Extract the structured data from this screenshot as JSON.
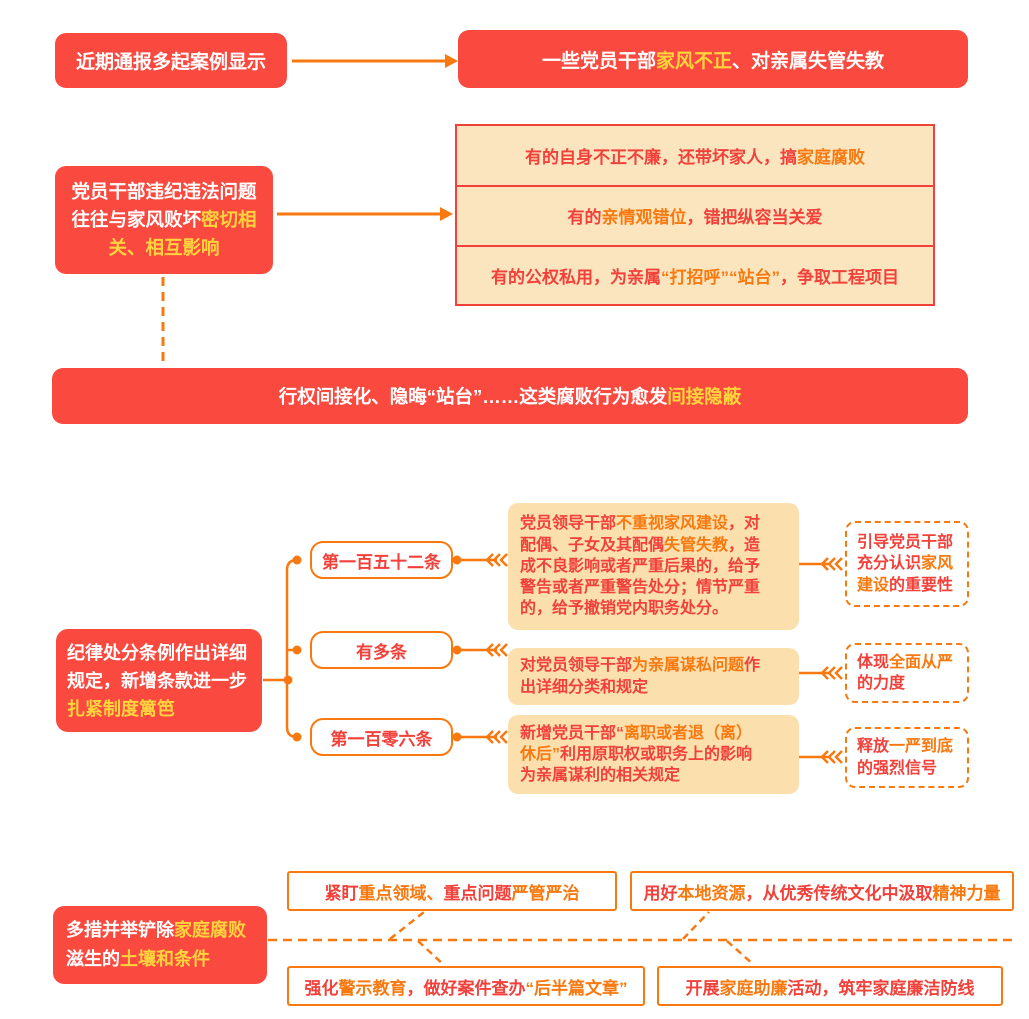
{
  "colors": {
    "red": "#fa4a40",
    "redtext": "#f2413a",
    "orange": "#f8790f",
    "yellow": "#ffd43d",
    "cream": "#fbe5bf",
    "cream2": "#fbe0ae",
    "white": "#ffffff"
  },
  "s1": {
    "left": [
      {
        "t": "近期通报多起案例显示",
        "c": "white"
      }
    ],
    "right": [
      {
        "t": "一些党员干部",
        "c": "white"
      },
      {
        "t": "家风不正",
        "c": "yellow"
      },
      {
        "t": "、对亲属失管失教",
        "c": "white"
      }
    ]
  },
  "s2": {
    "left": [
      {
        "t": "党员干部违纪违法问题\n往往与家风败坏",
        "c": "white"
      },
      {
        "t": "密切相\n关、相互影响",
        "c": "yellow"
      }
    ],
    "rows": [
      [
        {
          "t": "有的自身不正不廉，还带坏家人，搞",
          "c": "red"
        },
        {
          "t": "家庭腐败",
          "c": "orange"
        }
      ],
      [
        {
          "t": "有的",
          "c": "red"
        },
        {
          "t": "亲情观错位",
          "c": "orange"
        },
        {
          "t": "，错把纵容当关爱",
          "c": "red"
        }
      ],
      [
        {
          "t": "有的公权私用，为亲属",
          "c": "red"
        },
        {
          "t": "“打招呼”“站台”",
          "c": "orange"
        },
        {
          "t": "，争取工程项目",
          "c": "red"
        }
      ]
    ],
    "banner": [
      {
        "t": "行权间接化、隐晦“站台”……这类腐败行为愈发",
        "c": "white"
      },
      {
        "t": "间接隐蔽",
        "c": "yellow"
      }
    ]
  },
  "s3": {
    "left": [
      {
        "t": "纪律处分条例作出详细\n规定，新增条款进一步\n",
        "c": "white"
      },
      {
        "t": "扎紧制度篱笆",
        "c": "yellow"
      }
    ],
    "rows": [
      {
        "label": [
          {
            "t": "第一百五十二条",
            "c": "red"
          }
        ],
        "content": [
          {
            "t": "党员领导干部",
            "c": "red"
          },
          {
            "t": "不重视家风建设",
            "c": "orange"
          },
          {
            "t": "，对\n配偶、子女及其配偶",
            "c": "red"
          },
          {
            "t": "失管失教",
            "c": "orange"
          },
          {
            "t": "，造\n成不良影响或者严重后果的，给予\n警告或者严重警告处分；情节严重\n的，给予撤销党内职务处分。",
            "c": "red"
          }
        ],
        "note": [
          {
            "t": "引导党员干部\n充分认识",
            "c": "red"
          },
          {
            "t": "家风\n建设",
            "c": "orange"
          },
          {
            "t": "的重要性",
            "c": "red"
          }
        ]
      },
      {
        "label": [
          {
            "t": "有多条",
            "c": "red"
          }
        ],
        "content": [
          {
            "t": "对党员领导干部",
            "c": "red"
          },
          {
            "t": "为亲属谋私问题",
            "c": "orange"
          },
          {
            "t": "作\n出详细分类和规定",
            "c": "red"
          }
        ],
        "note": [
          {
            "t": "体现",
            "c": "red"
          },
          {
            "t": "全面从严",
            "c": "orange"
          },
          {
            "t": "\n的力度",
            "c": "red"
          }
        ]
      },
      {
        "label": [
          {
            "t": "第一百零六条",
            "c": "red"
          }
        ],
        "content": [
          {
            "t": "新增党员干部“",
            "c": "red"
          },
          {
            "t": "离职或者退（离）\n休后”",
            "c": "orange"
          },
          {
            "t": "利用原职权或职务上的影响\n为亲属谋利的相关规定",
            "c": "red"
          }
        ],
        "note": [
          {
            "t": "释放",
            "c": "red"
          },
          {
            "t": "一严到底",
            "c": "orange"
          },
          {
            "t": "\n的强烈信号",
            "c": "red"
          }
        ]
      }
    ]
  },
  "s4": {
    "left": [
      {
        "t": "多措并举铲除",
        "c": "white"
      },
      {
        "t": "家庭腐败",
        "c": "yellow"
      },
      {
        "t": "\n滋生的",
        "c": "white"
      },
      {
        "t": "土壤和条件",
        "c": "yellow"
      }
    ],
    "boxes": [
      [
        {
          "t": "紧盯",
          "c": "red"
        },
        {
          "t": "重点领域、",
          "c": "orange"
        },
        {
          "t": "重点问题",
          "c": "red"
        },
        {
          "t": "严管严治",
          "c": "orange"
        }
      ],
      [
        {
          "t": "用好",
          "c": "red"
        },
        {
          "t": "本地资源",
          "c": "orange"
        },
        {
          "t": "，从优秀传统文化中汲取",
          "c": "red"
        },
        {
          "t": "精神力量",
          "c": "orange"
        }
      ],
      [
        {
          "t": "强化",
          "c": "red"
        },
        {
          "t": "警示教育",
          "c": "orange"
        },
        {
          "t": "，做好案件查办",
          "c": "red"
        },
        {
          "t": "“后半篇文章”",
          "c": "orange"
        }
      ],
      [
        {
          "t": "开展",
          "c": "red"
        },
        {
          "t": "家庭助廉",
          "c": "orange"
        },
        {
          "t": "活动，筑牢家庭廉洁防线",
          "c": "red"
        }
      ]
    ]
  }
}
